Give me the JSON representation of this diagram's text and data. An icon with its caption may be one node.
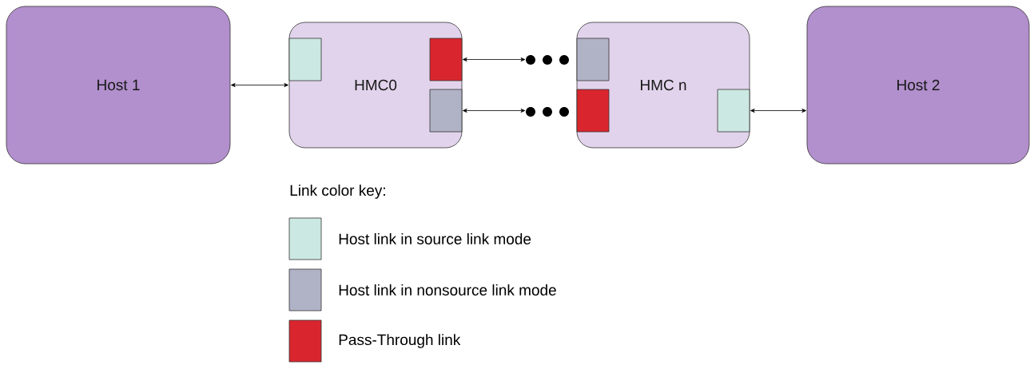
{
  "diagram": {
    "nodes": [
      {
        "text": [
          "Host 1"
        ]
      },
      {
        "text": [
          "HMC0"
        ]
      },
      {
        "text": [],
        "shape": "box",
        "in": 1
      },
      {
        "text": [],
        "shape": "box",
        "in": 1
      },
      {
        "text": [],
        "shape": "box",
        "in": 1
      },
      {
        "text": [],
        "shape": "dots"
      },
      {
        "text": [],
        "shape": "dots"
      },
      {
        "text": [
          "HMC n"
        ]
      },
      {
        "text": [],
        "shape": "box",
        "in": 7
      },
      {
        "text": [],
        "shape": "box",
        "in": 7
      },
      {
        "text": [],
        "shape": "box",
        "in": 7
      },
      {
        "text": [
          "Host 2"
        ]
      }
    ],
    "edges": [
      {
        "from": 0,
        "to": 2,
        "arrow": "both"
      },
      {
        "from": 3,
        "to": 5,
        "arrow": "both"
      },
      {
        "from": 4,
        "to": 6,
        "arrow": "both"
      },
      {
        "from": 10,
        "to": 11,
        "arrow": "both"
      }
    ],
    "labels": [
      "Link color key:"
    ],
    "legend": [
      {
        "text": "Host link in source link mode",
        "color": "#cce8e2"
      },
      {
        "text": "Host link in nonsource link mode",
        "color": "#b0b3c6"
      },
      {
        "text": "Pass-Through link",
        "color": "#d9262e"
      }
    ]
  }
}
